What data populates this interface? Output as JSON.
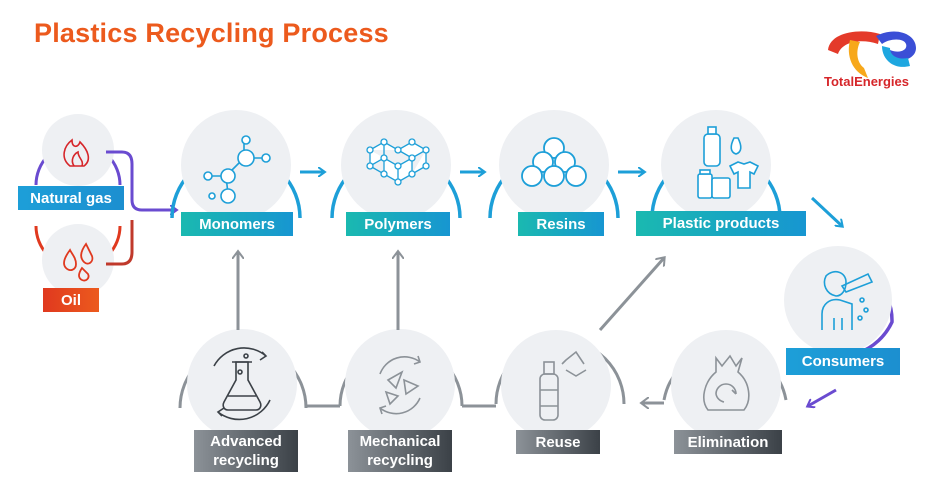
{
  "title": "Plastics Recycling Process",
  "brand": {
    "name": "TotalEnergies",
    "logo_icon": "totalenergies-logo"
  },
  "colors": {
    "title": "#ec5a1d",
    "blue": "#1d9fd8",
    "teal": "#1ab9b0",
    "red": "#e0391f",
    "purple": "#6a4bd0",
    "grey": "#8c9298"
  },
  "inputs": {
    "natural_gas": {
      "label": "Natural gas",
      "icon": "flame-icon"
    },
    "oil": {
      "label": "Oil",
      "icon": "oil-drops-icon"
    }
  },
  "stages": {
    "monomers": {
      "label": "Monomers",
      "icon": "molecule-icon"
    },
    "polymers": {
      "label": "Polymers",
      "icon": "polymer-network-icon"
    },
    "resins": {
      "label": "Resins",
      "icon": "resin-pellets-icon"
    },
    "plastic_products": {
      "label": "Plastic products",
      "icon": "plastic-products-icon"
    },
    "consumers": {
      "label": "Consumers",
      "icon": "person-drinking-icon"
    }
  },
  "end_of_life": {
    "elimination": {
      "label": "Elimination",
      "icon": "waste-bag-icon"
    },
    "reuse": {
      "label": "Reuse",
      "icon": "bottle-recycle-icon"
    },
    "mechanical_recycling": {
      "label": "Mechanical recycling",
      "icon": "shredded-plastic-icon"
    },
    "advanced_recycling": {
      "label": "Advanced recycling",
      "icon": "flask-cycle-icon"
    }
  }
}
